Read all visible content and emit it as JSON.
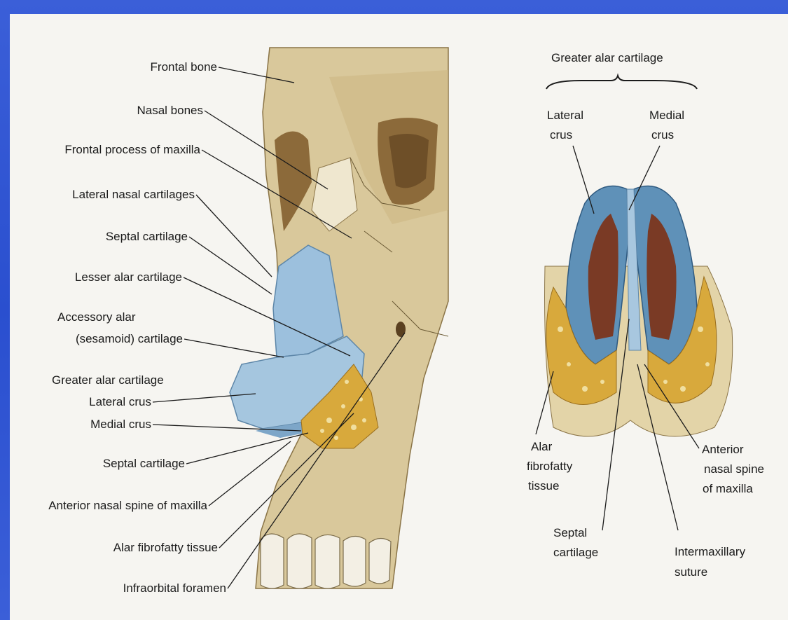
{
  "figure": {
    "left_labels": [
      "Frontal bone",
      "Nasal bones",
      "Frontal process of maxilla",
      "Lateral nasal cartilages",
      "Septal cartilage",
      "Lesser alar cartilage",
      "Accessory alar",
      "(sesamoid) cartilage",
      "Greater alar cartilage",
      "Lateral crus",
      "Medial crus",
      "Septal cartilage",
      "Anterior nasal spine of maxilla",
      "Alar fibrofatty tissue",
      "Infraorbital foramen"
    ],
    "right_labels": {
      "greater_alar_cartilage": "Greater alar cartilage",
      "lateral_crus": [
        "Lateral",
        "crus"
      ],
      "medial_crus": [
        "Medial",
        "crus"
      ],
      "alar_fibrofatty_tissue": [
        "Alar",
        "fibrofatty",
        "tissue"
      ],
      "anterior_nasal_spine": [
        "Anterior",
        "nasal spine",
        "of maxilla"
      ],
      "septal_cartilage": [
        "Septal",
        "cartilage"
      ],
      "intermaxillary_suture": [
        "Intermaxillary",
        "suture"
      ]
    }
  },
  "colors": {
    "background": "#2f55d3",
    "page": "#f6f5f1",
    "bone": "#d8c79a",
    "cartilage": "#8fb6d6",
    "fibrofatty": "#d9a93a"
  }
}
